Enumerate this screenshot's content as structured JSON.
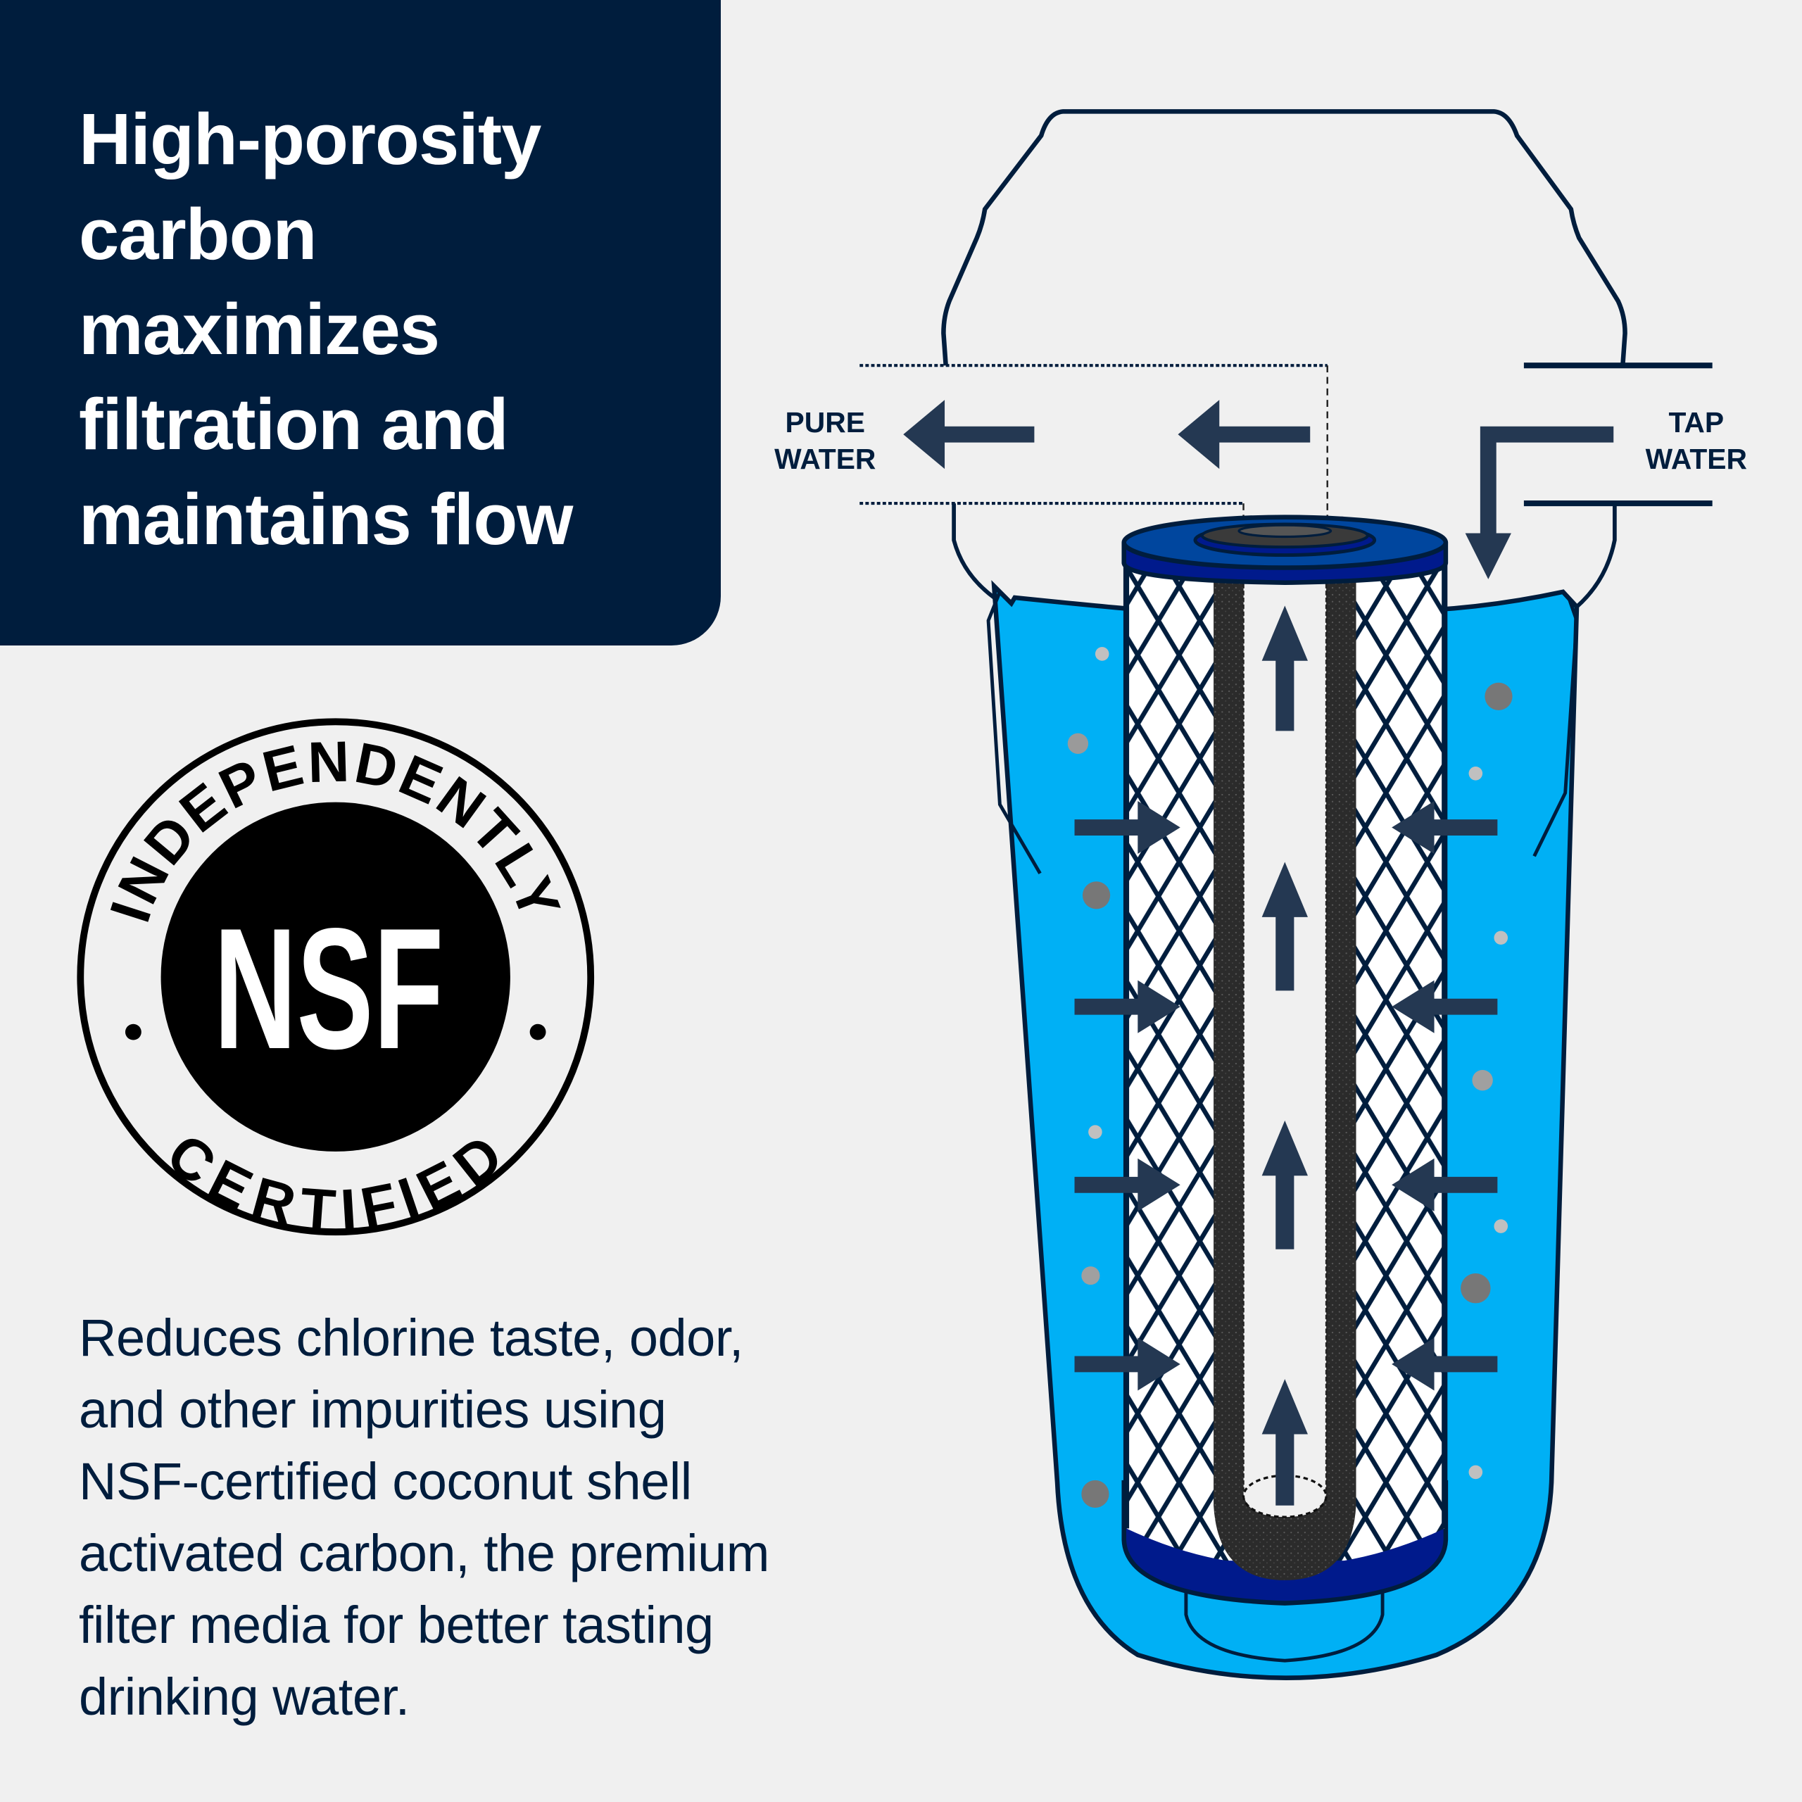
{
  "headline": {
    "lines": [
      "High-porosity",
      "carbon",
      "maximizes",
      "filtration and",
      "maintains flow"
    ]
  },
  "badge": {
    "top_arc": "INDEPENDENTLY",
    "center": "NSF",
    "bottom_arc": "CERTIFIED"
  },
  "description": {
    "lines": [
      "Reduces chlorine taste, odor,",
      "and other impurities using",
      "NSF-certified coconut shell",
      "activated carbon, the premium",
      "filter media for better tasting",
      "drinking water."
    ]
  },
  "diagram": {
    "outlet_label_line1": "PURE",
    "outlet_label_line2": "WATER",
    "inlet_label_line1": "TAP",
    "inlet_label_line2": "WATER",
    "icons": [
      "arrow-left-icon",
      "arrow-down-icon",
      "arrow-up-icon",
      "arrow-right-icon"
    ]
  },
  "colors": {
    "navy": "#001d3d",
    "arrow": "#243852",
    "water_blue": "#00b0f5",
    "cap_blue": "#001a8c",
    "cap_top": "#00469e",
    "background": "#f0f0f0",
    "carbon": "#2a2a2a"
  }
}
